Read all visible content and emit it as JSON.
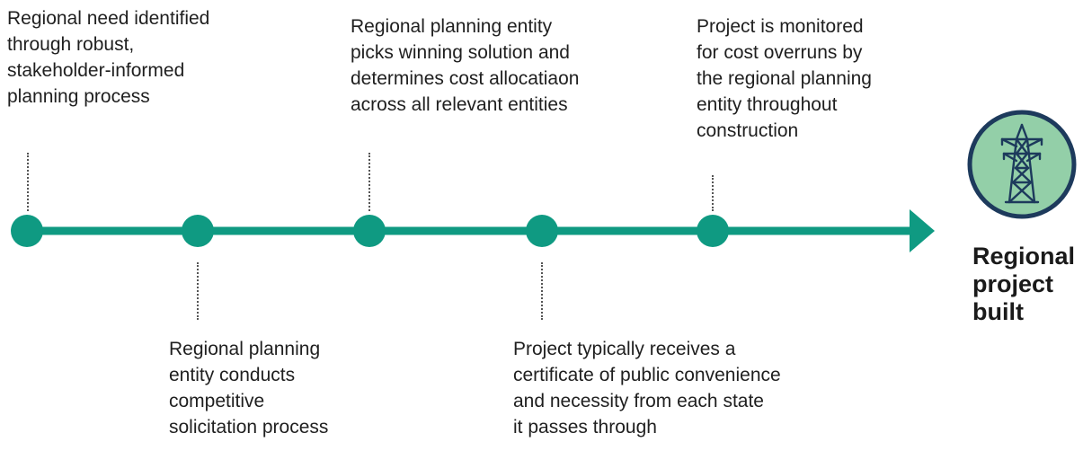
{
  "steps": [
    {
      "id": "step-1",
      "position": "above",
      "text": "Regional need identified\nthrough robust,\nstakeholder-informed\nplanning process"
    },
    {
      "id": "step-2",
      "position": "below",
      "text": "Regional planning\nentity conducts\ncompetitive\nsolicitation process"
    },
    {
      "id": "step-3",
      "position": "above",
      "text": "Regional planning entity\npicks winning solution and\ndetermines cost allocatiaon\nacross all relevant entities"
    },
    {
      "id": "step-4",
      "position": "below",
      "text": "Project typically receives a\ncertificate of public convenience\nand necessity from each state\nit passes through"
    },
    {
      "id": "step-5",
      "position": "above",
      "text": "Project is monitored\nfor cost overruns by\nthe regional planning\nentity throughout\nconstruction"
    }
  ],
  "outcome": {
    "icon": "transmission-tower-icon",
    "label": "Regional\nproject\nbuilt"
  },
  "colors": {
    "timeline": "#0f9a82",
    "icon_fill": "#93cfa8",
    "icon_border": "#1d3a5c",
    "connector": "#555555"
  }
}
